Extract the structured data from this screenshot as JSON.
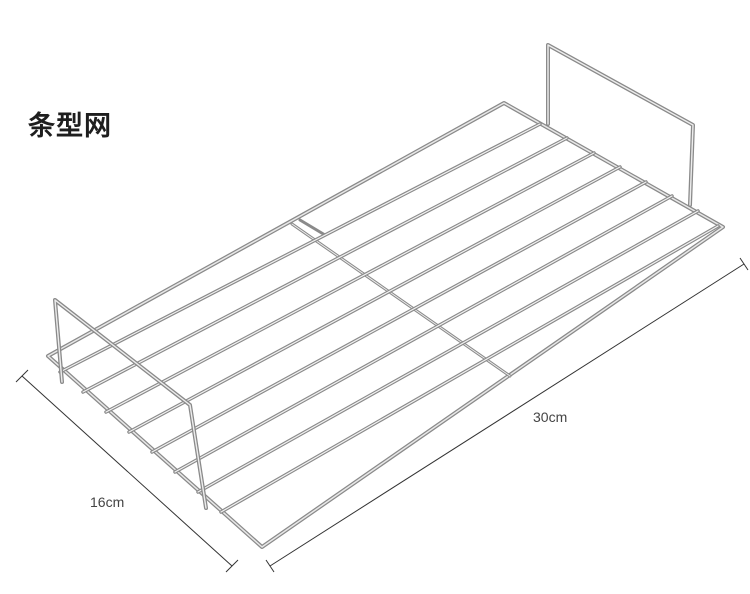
{
  "product": {
    "title": "条型网",
    "length_label": "30cm",
    "width_label": "16cm",
    "colors": {
      "background": "#ffffff",
      "wire": "#b8b8b8",
      "wire_dark": "#7d7d7d"
    }
  }
}
